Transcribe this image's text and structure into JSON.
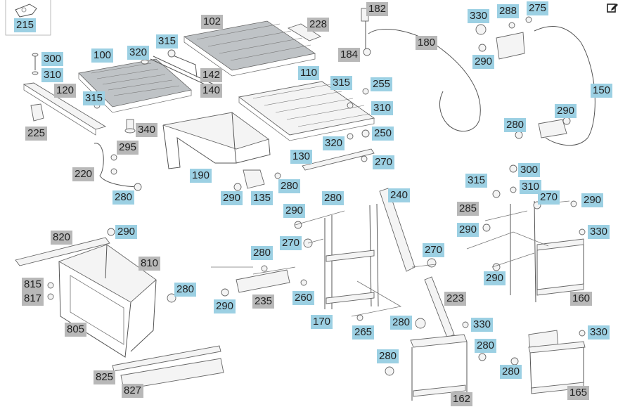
{
  "labels": [
    {
      "id": "p215",
      "text": "215",
      "style": "blue"
    },
    {
      "id": "p102",
      "text": "102",
      "style": "gray"
    },
    {
      "id": "p228",
      "text": "228",
      "style": "gray"
    },
    {
      "id": "p182",
      "text": "182",
      "style": "gray"
    },
    {
      "id": "p330a",
      "text": "330",
      "style": "blue"
    },
    {
      "id": "p288",
      "text": "288",
      "style": "blue"
    },
    {
      "id": "p275",
      "text": "275",
      "style": "blue"
    },
    {
      "id": "p315a",
      "text": "315",
      "style": "blue"
    },
    {
      "id": "p180",
      "text": "180",
      "style": "gray"
    },
    {
      "id": "p100",
      "text": "100",
      "style": "blue"
    },
    {
      "id": "p320a",
      "text": "320",
      "style": "blue"
    },
    {
      "id": "p300a",
      "text": "300",
      "style": "blue"
    },
    {
      "id": "p184",
      "text": "184",
      "style": "gray"
    },
    {
      "id": "p290a",
      "text": "290",
      "style": "blue"
    },
    {
      "id": "p310a",
      "text": "310",
      "style": "blue"
    },
    {
      "id": "p142",
      "text": "142",
      "style": "gray"
    },
    {
      "id": "p110",
      "text": "110",
      "style": "blue"
    },
    {
      "id": "p120",
      "text": "120",
      "style": "gray"
    },
    {
      "id": "p140",
      "text": "140",
      "style": "gray"
    },
    {
      "id": "p315b",
      "text": "315",
      "style": "blue"
    },
    {
      "id": "p255",
      "text": "255",
      "style": "blue"
    },
    {
      "id": "p150",
      "text": "150",
      "style": "blue"
    },
    {
      "id": "p315c",
      "text": "315",
      "style": "blue"
    },
    {
      "id": "p310b",
      "text": "310",
      "style": "blue"
    },
    {
      "id": "p290b",
      "text": "290",
      "style": "blue"
    },
    {
      "id": "p340",
      "text": "340",
      "style": "gray"
    },
    {
      "id": "p280a",
      "text": "280",
      "style": "blue"
    },
    {
      "id": "p225",
      "text": "225",
      "style": "gray"
    },
    {
      "id": "p250",
      "text": "250",
      "style": "blue"
    },
    {
      "id": "p295",
      "text": "295",
      "style": "gray"
    },
    {
      "id": "p320b",
      "text": "320",
      "style": "blue"
    },
    {
      "id": "p130",
      "text": "130",
      "style": "blue"
    },
    {
      "id": "p270a",
      "text": "270",
      "style": "blue"
    },
    {
      "id": "p300b",
      "text": "300",
      "style": "blue"
    },
    {
      "id": "p220",
      "text": "220",
      "style": "gray"
    },
    {
      "id": "p190",
      "text": "190",
      "style": "blue"
    },
    {
      "id": "p315d",
      "text": "315",
      "style": "blue"
    },
    {
      "id": "p280b",
      "text": "280",
      "style": "blue"
    },
    {
      "id": "p310c",
      "text": "310",
      "style": "blue"
    },
    {
      "id": "p290c",
      "text": "290",
      "style": "blue"
    },
    {
      "id": "p135",
      "text": "135",
      "style": "blue"
    },
    {
      "id": "p240",
      "text": "240",
      "style": "blue"
    },
    {
      "id": "p280c",
      "text": "280",
      "style": "blue"
    },
    {
      "id": "p270b",
      "text": "270",
      "style": "blue"
    },
    {
      "id": "p280d",
      "text": "280",
      "style": "blue"
    },
    {
      "id": "p285",
      "text": "285",
      "style": "gray"
    },
    {
      "id": "p290d",
      "text": "290",
      "style": "blue"
    },
    {
      "id": "p820",
      "text": "820",
      "style": "gray"
    },
    {
      "id": "p290e",
      "text": "290",
      "style": "blue"
    },
    {
      "id": "p290f",
      "text": "290",
      "style": "blue"
    },
    {
      "id": "p330b",
      "text": "330",
      "style": "blue"
    },
    {
      "id": "p270c",
      "text": "270",
      "style": "blue"
    },
    {
      "id": "p280e",
      "text": "280",
      "style": "blue"
    },
    {
      "id": "p270d",
      "text": "270",
      "style": "blue"
    },
    {
      "id": "p810",
      "text": "810",
      "style": "gray"
    },
    {
      "id": "p290g",
      "text": "290",
      "style": "blue"
    },
    {
      "id": "p815",
      "text": "815",
      "style": "gray"
    },
    {
      "id": "p280f",
      "text": "280",
      "style": "blue"
    },
    {
      "id": "p817",
      "text": "817",
      "style": "gray"
    },
    {
      "id": "p260",
      "text": "260",
      "style": "blue"
    },
    {
      "id": "p290h",
      "text": "290",
      "style": "blue"
    },
    {
      "id": "p235",
      "text": "235",
      "style": "gray"
    },
    {
      "id": "p223",
      "text": "223",
      "style": "gray"
    },
    {
      "id": "p160",
      "text": "160",
      "style": "gray"
    },
    {
      "id": "p170",
      "text": "170",
      "style": "blue"
    },
    {
      "id": "p290i",
      "text": "290",
      "style": "blue"
    },
    {
      "id": "p330c",
      "text": "330",
      "style": "blue"
    },
    {
      "id": "p805",
      "text": "805",
      "style": "gray"
    },
    {
      "id": "p265",
      "text": "265",
      "style": "blue"
    },
    {
      "id": "p330d",
      "text": "330",
      "style": "blue"
    },
    {
      "id": "p280g",
      "text": "280",
      "style": "blue"
    },
    {
      "id": "p280h",
      "text": "280",
      "style": "blue"
    },
    {
      "id": "p825",
      "text": "825",
      "style": "gray"
    },
    {
      "id": "p280i",
      "text": "280",
      "style": "blue"
    },
    {
      "id": "p827",
      "text": "827",
      "style": "gray"
    },
    {
      "id": "p162",
      "text": "162",
      "style": "gray"
    },
    {
      "id": "p165",
      "text": "165",
      "style": "gray"
    }
  ],
  "colors": {
    "blue_tag": "#9cd0e3",
    "gray_tag": "#b8b8b8",
    "line": "#555555"
  },
  "icons": {
    "edit": "edit-icon"
  }
}
